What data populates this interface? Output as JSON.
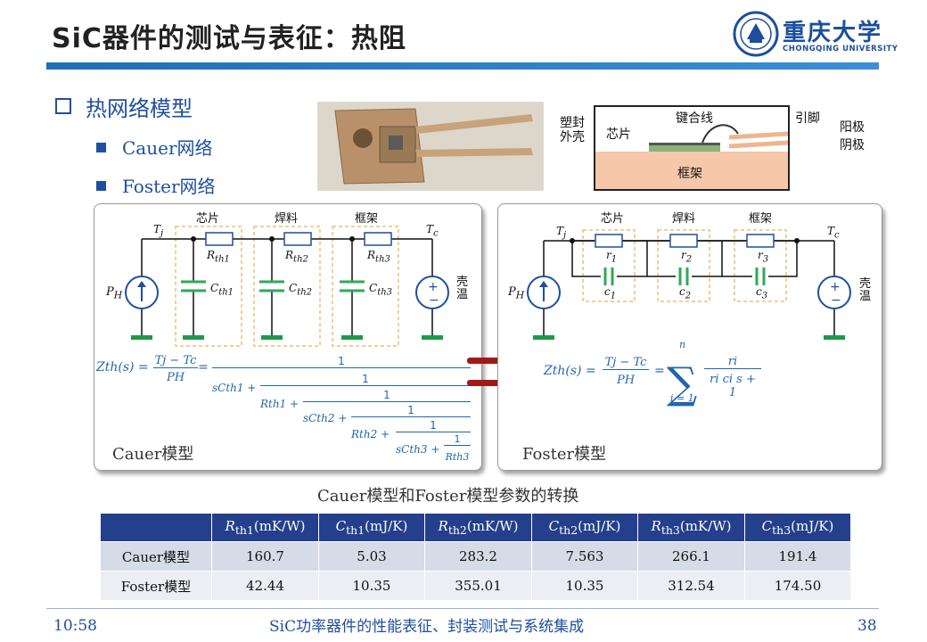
{
  "slide": {
    "title": "SiC器件的测试与表征：热阻",
    "section": "热网络模型",
    "bullets": [
      "Cauer网络",
      "Foster网络"
    ],
    "logo_cn": "重庆大学",
    "logo_en": "CHONGQING UNIVERSITY",
    "footer_time": "10:58",
    "footer_text": "SiC功率器件的性能表征、封装测试与系统集成",
    "page_number": "38"
  },
  "package_diagram": {
    "labels": {
      "mold": "塑封外壳",
      "bondwire": "键合线",
      "pin": "引脚",
      "chip": "芯片",
      "anode": "阳极",
      "cathode": "阴极",
      "frame": "框架"
    }
  },
  "cauer_panel": {
    "caption": "Cauer模型",
    "groups": [
      "芯片",
      "焊料",
      "框架"
    ],
    "node_left": "T",
    "node_left_sub": "j",
    "node_right": "T",
    "node_right_sub": "c",
    "source": "P",
    "source_sub": "H",
    "case_label": "壳温",
    "resistors": [
      {
        "base": "R",
        "sub": "th1"
      },
      {
        "base": "R",
        "sub": "th2"
      },
      {
        "base": "R",
        "sub": "th3"
      }
    ],
    "capacitors": [
      {
        "base": "C",
        "sub": "th1"
      },
      {
        "base": "C",
        "sub": "th2"
      },
      {
        "base": "C",
        "sub": "th3"
      }
    ],
    "formula": {
      "lhs": "Zth(s) =",
      "frac_num": "Tj − Tc",
      "frac_den": "PH",
      "eq": "=",
      "one": "1",
      "l1": "sCth1 +",
      "l2": "Rth1 +",
      "l3": "sCth2 +",
      "l4": "Rth2 +",
      "l5": "sCth3 +",
      "l6": "Rth3"
    }
  },
  "foster_panel": {
    "caption": "Foster模型",
    "groups": [
      "芯片",
      "焊料",
      "框架"
    ],
    "node_left": "T",
    "node_left_sub": "j",
    "node_right": "T",
    "node_right_sub": "c",
    "source": "P",
    "source_sub": "H",
    "case_label": "壳温",
    "resistors": [
      {
        "base": "r",
        "sub": "1"
      },
      {
        "base": "r",
        "sub": "2"
      },
      {
        "base": "r",
        "sub": "3"
      }
    ],
    "capacitors": [
      {
        "base": "c",
        "sub": "1"
      },
      {
        "base": "c",
        "sub": "2"
      },
      {
        "base": "c",
        "sub": "3"
      }
    ],
    "formula": {
      "lhs": "Zth(s) =",
      "frac_num": "Tj − Tc",
      "frac_den": "PH",
      "eq": "=",
      "sum_top": "n",
      "sum_bottom": "i = 1",
      "term_num": "ri",
      "term_den": "ri ci s + 1"
    }
  },
  "table": {
    "caption": "Cauer模型和Foster模型参数的转换",
    "headers": [
      {
        "sym": "R",
        "sub": "th1",
        "unit": "(mK/W)"
      },
      {
        "sym": "C",
        "sub": "th1",
        "unit": "(mJ/K)"
      },
      {
        "sym": "R",
        "sub": "th2",
        "unit": "(mK/W)"
      },
      {
        "sym": "C",
        "sub": "th2",
        "unit": "(mJ/K)"
      },
      {
        "sym": "R",
        "sub": "th3",
        "unit": "(mK/W)"
      },
      {
        "sym": "C",
        "sub": "th3",
        "unit": "(mJ/K)"
      }
    ],
    "rows": [
      {
        "name": "Cauer模型",
        "values": [
          "160.7",
          "5.03",
          "283.2",
          "7.563",
          "266.1",
          "191.4"
        ]
      },
      {
        "name": "Foster模型",
        "values": [
          "42.44",
          "10.35",
          "355.01",
          "10.35",
          "312.54",
          "174.50"
        ]
      }
    ]
  }
}
